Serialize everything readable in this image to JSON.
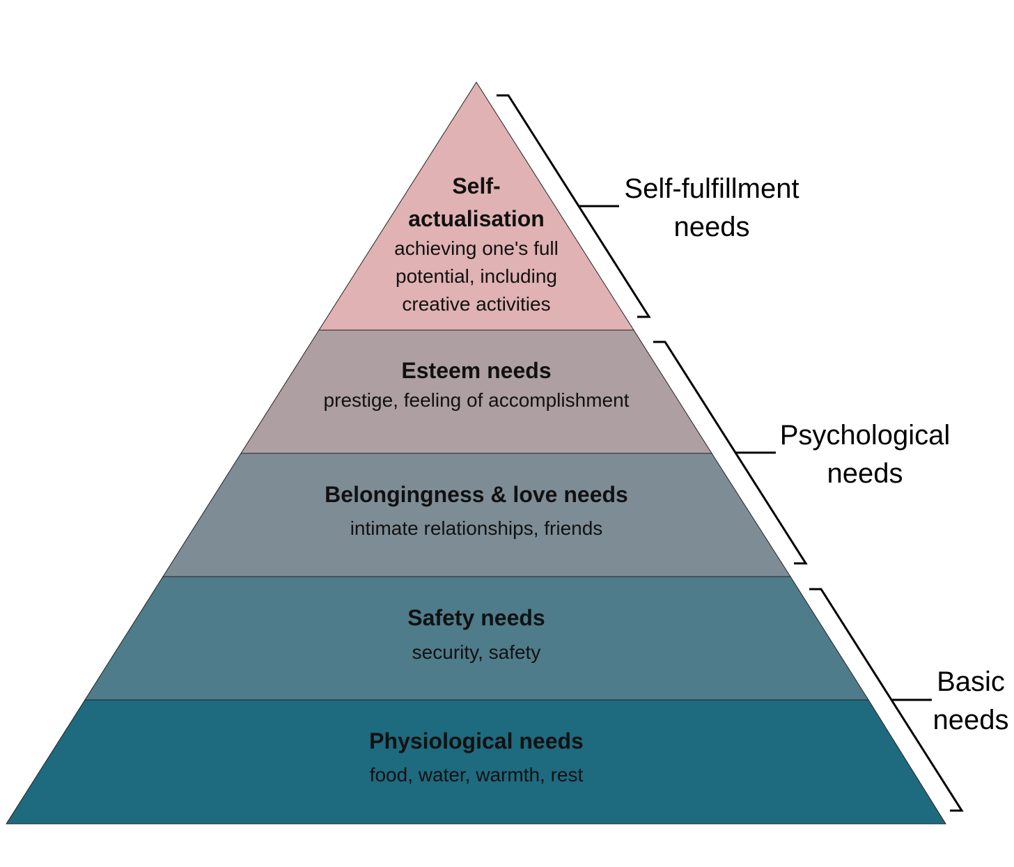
{
  "pyramid": {
    "levels": [
      {
        "id": "self-actualisation",
        "color": "#e0b2b3",
        "title_lines": [
          "Self-",
          "actualisation"
        ],
        "desc_lines": [
          "achieving one's full",
          "potential, including",
          "creative activities"
        ]
      },
      {
        "id": "esteem",
        "color": "#ae9fa2",
        "title_lines": [
          "Esteem needs"
        ],
        "desc_lines": [
          "prestige, feeling of accomplishment"
        ]
      },
      {
        "id": "belongingness",
        "color": "#7e8c95",
        "title_lines": [
          "Belongingness & love needs"
        ],
        "desc_lines": [
          "intimate relationships, friends"
        ]
      },
      {
        "id": "safety",
        "color": "#4e7c8b",
        "title_lines": [
          "Safety needs"
        ],
        "desc_lines": [
          "security, safety"
        ]
      },
      {
        "id": "physiological",
        "color": "#1e6a7e",
        "title_lines": [
          "Physiological needs"
        ],
        "desc_lines": [
          "food, water, warmth, rest"
        ]
      }
    ]
  },
  "groups": [
    {
      "id": "self-fulfillment",
      "label_lines": [
        "Self-fulfillment",
        "needs"
      ]
    },
    {
      "id": "psychological",
      "label_lines": [
        "Psychological",
        "needs"
      ]
    },
    {
      "id": "basic",
      "label_lines": [
        "Basic",
        "needs"
      ]
    }
  ]
}
